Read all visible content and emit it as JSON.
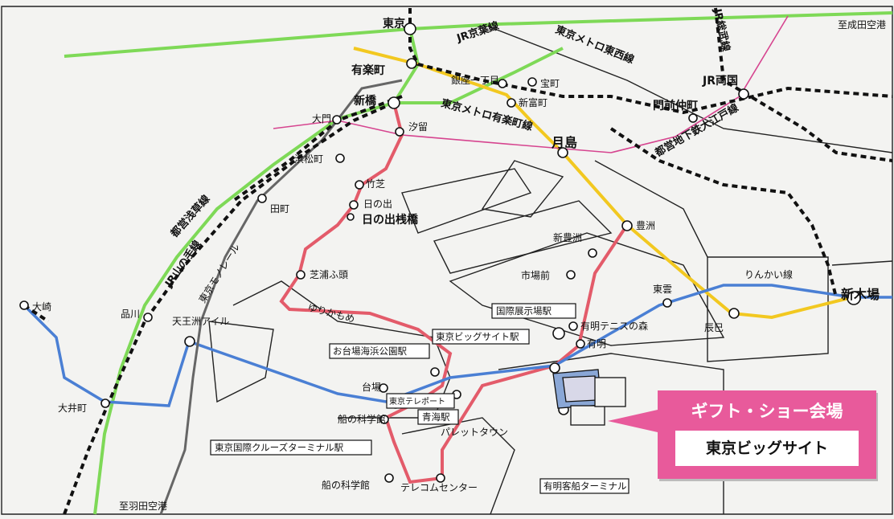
{
  "map": {
    "stations": {
      "tokyo": "東京",
      "yurakucho": "有楽町",
      "shimbashi": "新橋",
      "daimon": "大門",
      "hamamatsucho": "浜松町",
      "tamachi": "田町",
      "shinagawa": "品川",
      "oosaki": "大崎",
      "ooimachi": "大井町",
      "tennozu": "天王洲アイル",
      "ginza1": "銀座一丁目",
      "takaracho": "宝町",
      "shintomicho": "新富町",
      "shiodome": "汐留",
      "takeshiba": "竹芝",
      "hinode": "日の出",
      "hinode_pier": "日の出桟橋",
      "shibaura_futo": "芝浦ふ頭",
      "tsukishima": "月島",
      "toyosu": "豊洲",
      "shin_toyosu": "新豊洲",
      "shijo_mae": "市場前",
      "kokusai_tenjijo": "国際展示場駅",
      "ariake_tennis": "有明テニスの森",
      "ariake": "有明",
      "shinonome": "東雲",
      "tatsumi": "辰巳",
      "shin_kiba": "新木場",
      "monzen_nakacho": "門前仲町",
      "ryogoku": "JR両国",
      "big_sight_station": "東京ビッグサイト駅",
      "odaiba_kaihin": "お台場海浜公園駅",
      "daiba": "台場",
      "tokyo_teleport": "東京テレポート",
      "funenokagakukan_a": "船の科学館",
      "tokyo_cruise": "東京国際クルーズターミナル駅",
      "funenokagakukan_b": "船の科学館",
      "telecom": "テレコムセンター",
      "aomi": "青海駅",
      "palette_town": "パレットタウン",
      "ariake_passenger": "有明客船ターミナル"
    },
    "lines": {
      "jr_keiyo": "JR京葉線",
      "metro_tozai": "東京メトロ東西線",
      "jr_sobu": "JR総武線",
      "metro_yurakucho": "東京メトロ有楽町線",
      "oedo": "都営地下鉄大江戸線",
      "asakusa": "都営浅草線",
      "yamanote": "JR山の手線",
      "monorail": "東京モノレール",
      "yurikamome": "ゆりかもめ",
      "rinkai": "りんかい線"
    },
    "directions": {
      "narita": "至成田空港",
      "haneda": "至羽田空港"
    },
    "colors": {
      "yamanote": "#7ed957",
      "yurakucho": "#f2c820",
      "yurikamome": "#e35b6a",
      "oedo": "#d6448f",
      "rinkai": "#4a7fd4",
      "monorail": "#555555",
      "jr_rail": "#111111"
    }
  },
  "venue": {
    "title": "ギフト・ショー会場",
    "name": "東京ビッグサイト"
  }
}
